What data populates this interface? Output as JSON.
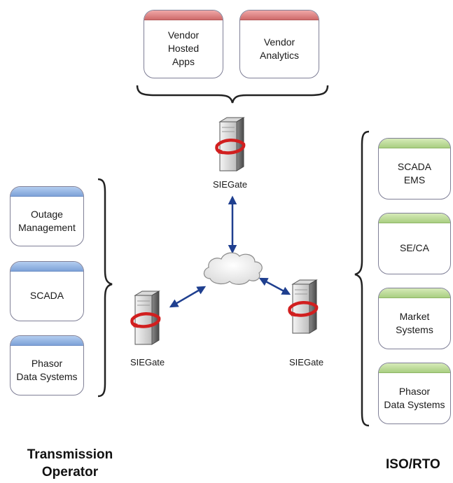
{
  "vendor": {
    "cards": [
      {
        "label": "Vendor\nHosted\nApps",
        "cap_color": "#d97a7a"
      },
      {
        "label": "Vendor\nAnalytics",
        "cap_color": "#d97a7a"
      }
    ]
  },
  "transmission_operator": {
    "title": "Transmission\nOperator",
    "cards": [
      {
        "label": "Outage\nManagement",
        "cap_color": "#8fb0e0"
      },
      {
        "label": "SCADA",
        "cap_color": "#8fb0e0"
      },
      {
        "label": "Phasor\nData Systems",
        "cap_color": "#8fb0e0"
      }
    ]
  },
  "iso_rto": {
    "title": "ISO/RTO",
    "cards": [
      {
        "label": "SCADA\nEMS",
        "cap_color": "#b5d690"
      },
      {
        "label": "SE/CA",
        "cap_color": "#b5d690"
      },
      {
        "label": "Market\nSystems",
        "cap_color": "#b5d690"
      },
      {
        "label": "Phasor\nData Systems",
        "cap_color": "#b5d690"
      }
    ]
  },
  "gateways": {
    "top": "SIEGate",
    "left": "SIEGate",
    "right": "SIEGate"
  },
  "colors": {
    "arrow": "#1f3f8f",
    "bracket": "#222222",
    "card_border": "#7f7f96"
  },
  "icons": {
    "gateway": "server-tower-icon",
    "network": "cloud-icon"
  }
}
